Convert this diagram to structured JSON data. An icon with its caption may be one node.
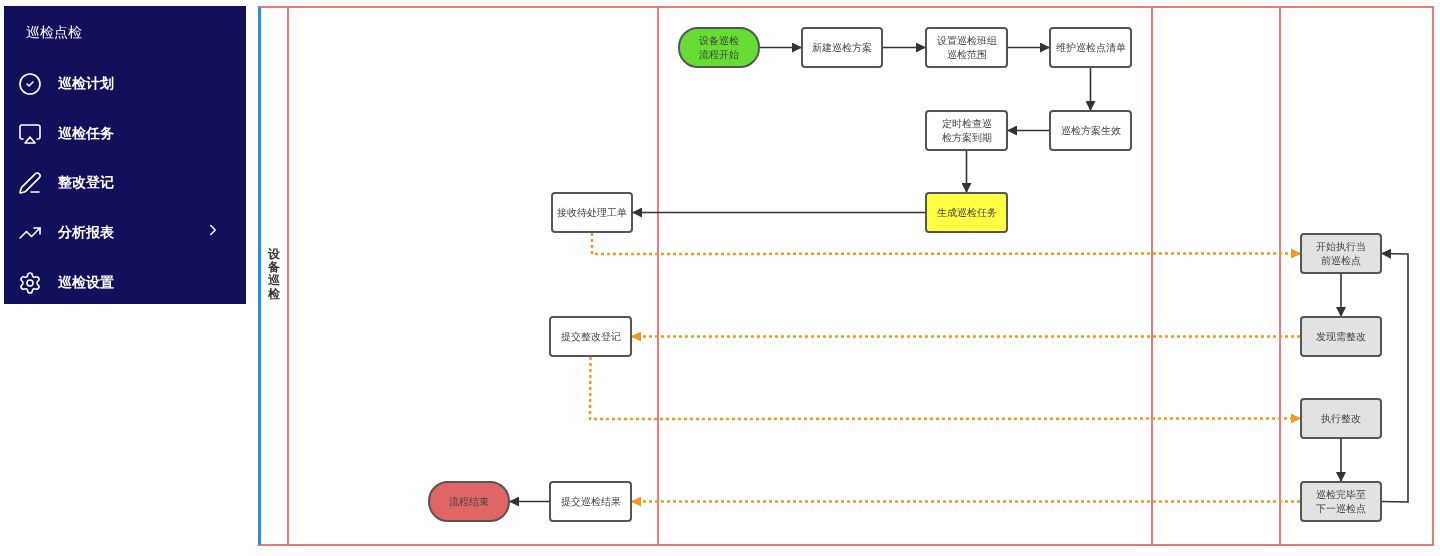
{
  "diagram": {
    "nodes": [
      {
        "text": [
          "设备巡检"
        ]
      },
      {
        "text": [
          "设备巡检流程开始"
        ],
        "in": 0
      },
      {
        "text": [
          "新建巡检方案"
        ],
        "in": 0
      },
      {
        "text": [
          "设置巡检班组巡检范围"
        ],
        "in": 0
      },
      {
        "text": [
          "维护巡检点清单"
        ],
        "in": 0
      },
      {
        "text": [
          "巡检方案生效"
        ],
        "in": 0
      },
      {
        "text": [
          "定时检查巡检方案到期"
        ],
        "in": 0
      },
      {
        "text": [
          "生成巡检任务"
        ],
        "in": 0
      },
      {
        "text": [
          "接收待处理工单"
        ],
        "in": 0
      },
      {
        "text": [
          "开始执行当前巡检点"
        ],
        "in": 0
      },
      {
        "text": [
          "提交整改登记"
        ],
        "in": 0
      },
      {
        "text": [
          "发现需整改"
        ],
        "in": 0
      },
      {
        "text": [
          "执行整改"
        ],
        "in": 0
      },
      {
        "text": [
          "提交巡检结果"
        ],
        "in": 0
      },
      {
        "text": [
          "巡检完毕至下一巡检点"
        ],
        "in": 0
      },
      {
        "text": [
          "流程结束"
        ],
        "in": 0
      }
    ],
    "edges": [
      {
        "from": 1,
        "to": 2,
        "arrow": "to"
      },
      {
        "from": 2,
        "to": 3,
        "arrow": "to"
      },
      {
        "from": 3,
        "to": 4,
        "arrow": "to"
      },
      {
        "from": 4,
        "to": 5,
        "arrow": "to"
      },
      {
        "from": 5,
        "to": 6,
        "arrow": "to"
      },
      {
        "from": 6,
        "to": 7,
        "arrow": "to"
      },
      {
        "from": 7,
        "to": 8,
        "arrow": "to"
      },
      {
        "from": 8,
        "to": 9,
        "arrow": "to",
        "style": "dashed",
        "color": "#f39a1e"
      },
      {
        "from": 9,
        "to": 11,
        "arrow": "to"
      },
      {
        "from": 11,
        "to": 10,
        "arrow": "to",
        "style": "dashed",
        "color": "#f39a1e"
      },
      {
        "from": 10,
        "to": 12,
        "arrow": "to",
        "style": "dashed",
        "color": "#f39a1e"
      },
      {
        "from": 12,
        "to": 14,
        "arrow": "to"
      },
      {
        "from": 14,
        "to": 13,
        "arrow": "to",
        "style": "dashed",
        "color": "#f39a1e"
      },
      {
        "from": 13,
        "to": 15,
        "arrow": "to"
      },
      {
        "from": 14,
        "to": 9,
        "arrow": "to"
      }
    ],
    "labels": [
      "巡检点检",
      "巡检计划",
      "巡检任务",
      "整改登记",
      "分析报表",
      "巡检设置"
    ]
  }
}
